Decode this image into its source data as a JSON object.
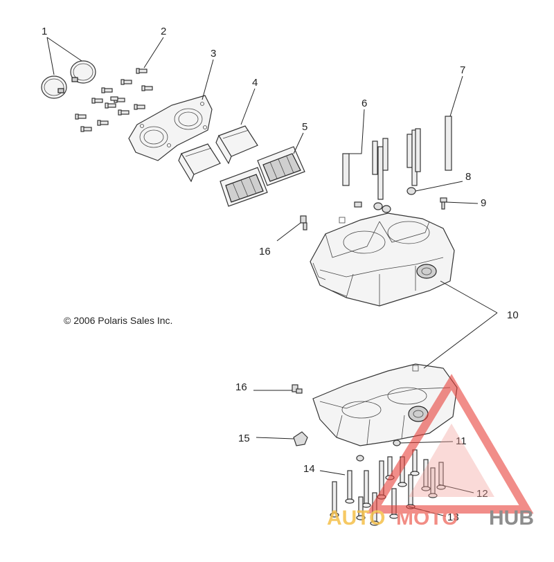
{
  "copyright": "© 2006 Polaris Sales Inc.",
  "callouts": {
    "c1": "1",
    "c2": "2",
    "c3": "3",
    "c4": "4",
    "c5": "5",
    "c6": "6",
    "c7": "7",
    "c8": "8",
    "c9": "9",
    "c10": "10",
    "c11": "11",
    "c12": "12",
    "c13": "13",
    "c14": "14",
    "c15": "15",
    "c16a": "16",
    "c16b": "16"
  },
  "watermark": {
    "part1": "AUTO",
    "part2": "MOTO",
    "part3": "HUB",
    "color1": "#f5c04a",
    "color2": "#f07a70",
    "color3": "#7a7a7a",
    "triangle_color": "#e8413a"
  },
  "colors": {
    "line": "#222222",
    "background": "#ffffff"
  }
}
